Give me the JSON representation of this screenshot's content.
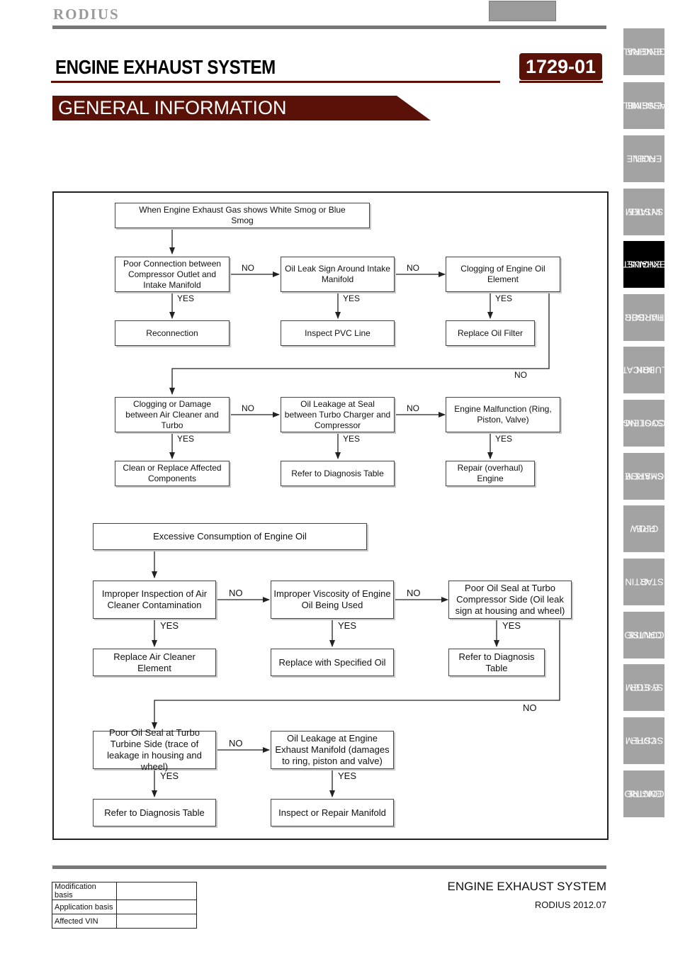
{
  "header": {
    "brand": "RODIUS",
    "title": "ENGINE EXHAUST SYSTEM",
    "code": "1729-01",
    "section": "GENERAL INFORMATION"
  },
  "side_tabs": [
    {
      "line1": "ENGINE",
      "line2": "GENERAL"
    },
    {
      "line1": "ENGINE",
      "line2": "ASSEMBL"
    },
    {
      "line1": "ENGINE",
      "line2": "FUEL"
    },
    {
      "line1": "INTAKE",
      "line2": "SYSTEM"
    },
    {
      "line1": "ENGINE",
      "line2": "EXHAUST"
    },
    {
      "line1": "TURBOC",
      "line2": "HARGER"
    },
    {
      "line1": "LUBRICAT",
      "line2": "ION"
    },
    {
      "line1": "COOLING",
      "line2": "SYSTEM"
    },
    {
      "line1": "CHARGE",
      "line2": "SYSTEM"
    },
    {
      "line1": "PRE-",
      "line2": "GLOW"
    },
    {
      "line1": "STARTIN",
      "line2": "G"
    },
    {
      "line1": "CRUISE",
      "line2": "CONTRO"
    },
    {
      "line1": "E-EGR",
      "line2": "SYSTEM"
    },
    {
      "line1": "CDPF",
      "line2": "SYSTEM"
    },
    {
      "line1": "ENGINE",
      "line2": "CONTRO"
    }
  ],
  "flow1": {
    "start": "When  Engine  Exhaust  Gas shows  White  Smog  or  Blue  Smog",
    "row1": [
      "Poor Connection between Compressor Outlet and Intake Manifold",
      "Oil Leak Sign Around Intake Manifold",
      "Clogging of Engine Oil Element"
    ],
    "row1_yes": [
      "Reconnection",
      "Inspect PVC Line",
      "Replace Oil Filter"
    ],
    "row2": [
      "Clogging or Damage between Air Cleaner and Turbo",
      "Oil Leakage at Seal between Turbo Charger and Compressor",
      "Engine Malfunction (Ring, Piston, Valve)"
    ],
    "row2_yes": [
      "Clean or Replace Affected Components",
      "Refer to Diagnosis Table",
      "Repair (overhaul) Engine"
    ]
  },
  "flow2": {
    "start": "Excessive  Consumption  of  Engine  Oil",
    "row1": [
      "Improper Inspection of Air Cleaner Contamination",
      "Improper Viscosity of Engine Oil Being Used",
      "Poor Oil Seal at Turbo Compressor Side (Oil leak sign at housing and wheel)"
    ],
    "row1_yes": [
      "Replace Air Cleaner Element",
      "Replace with Specified Oil",
      "Refer to Diagnosis Table"
    ],
    "row2": [
      "Poor Oil Seal at Turbo Turbine Side (trace of leakage in housing and wheel)",
      "Oil Leakage at Engine Exhaust Manifold (damages to ring, piston and valve)"
    ],
    "row2_yes": [
      "Refer to Diagnosis Table",
      "Inspect or Repair Manifold"
    ]
  },
  "labels": {
    "yes": "YES",
    "no": "NO"
  },
  "footer": {
    "title": "ENGINE EXHAUST SYSTEM",
    "subtitle": "RODIUS 2012.07",
    "mod_rows": [
      "Modification basis",
      "Application basis",
      "Affected VIN"
    ]
  }
}
